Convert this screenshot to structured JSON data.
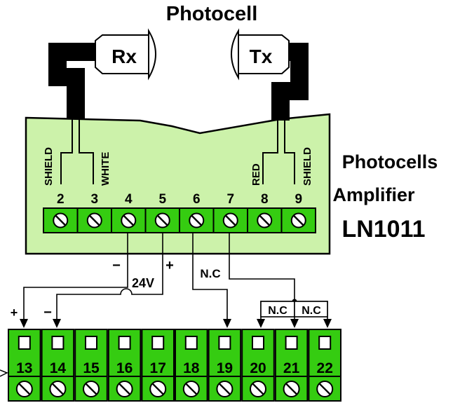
{
  "title": "Photocell",
  "receiver_label": "Rx",
  "transmitter_label": "Tx",
  "amplifier": {
    "line1": "Photocells",
    "line2": "Amplifier",
    "model": "LN1011"
  },
  "wire_labels": {
    "rx_shield": "SHIELD",
    "rx_white": "WHITE",
    "tx_red": "RED",
    "tx_shield": "SHIELD"
  },
  "amp_terminals": [
    "2",
    "3",
    "4",
    "5",
    "6",
    "7",
    "8",
    "9"
  ],
  "panel_terminals": [
    "13",
    "14",
    "15",
    "16",
    "17",
    "18",
    "19",
    "20",
    "21",
    "22"
  ],
  "power": {
    "voltage": "24V",
    "minus": "−",
    "plus": "+"
  },
  "contact_labels": {
    "nc_main": "N.C",
    "nc_left": "N.C",
    "nc_right": "N.C"
  },
  "colors": {
    "board_fill": "#ccf2aa",
    "terminal_green": "#35cc11",
    "cable": "#000000",
    "line": "#000000"
  }
}
